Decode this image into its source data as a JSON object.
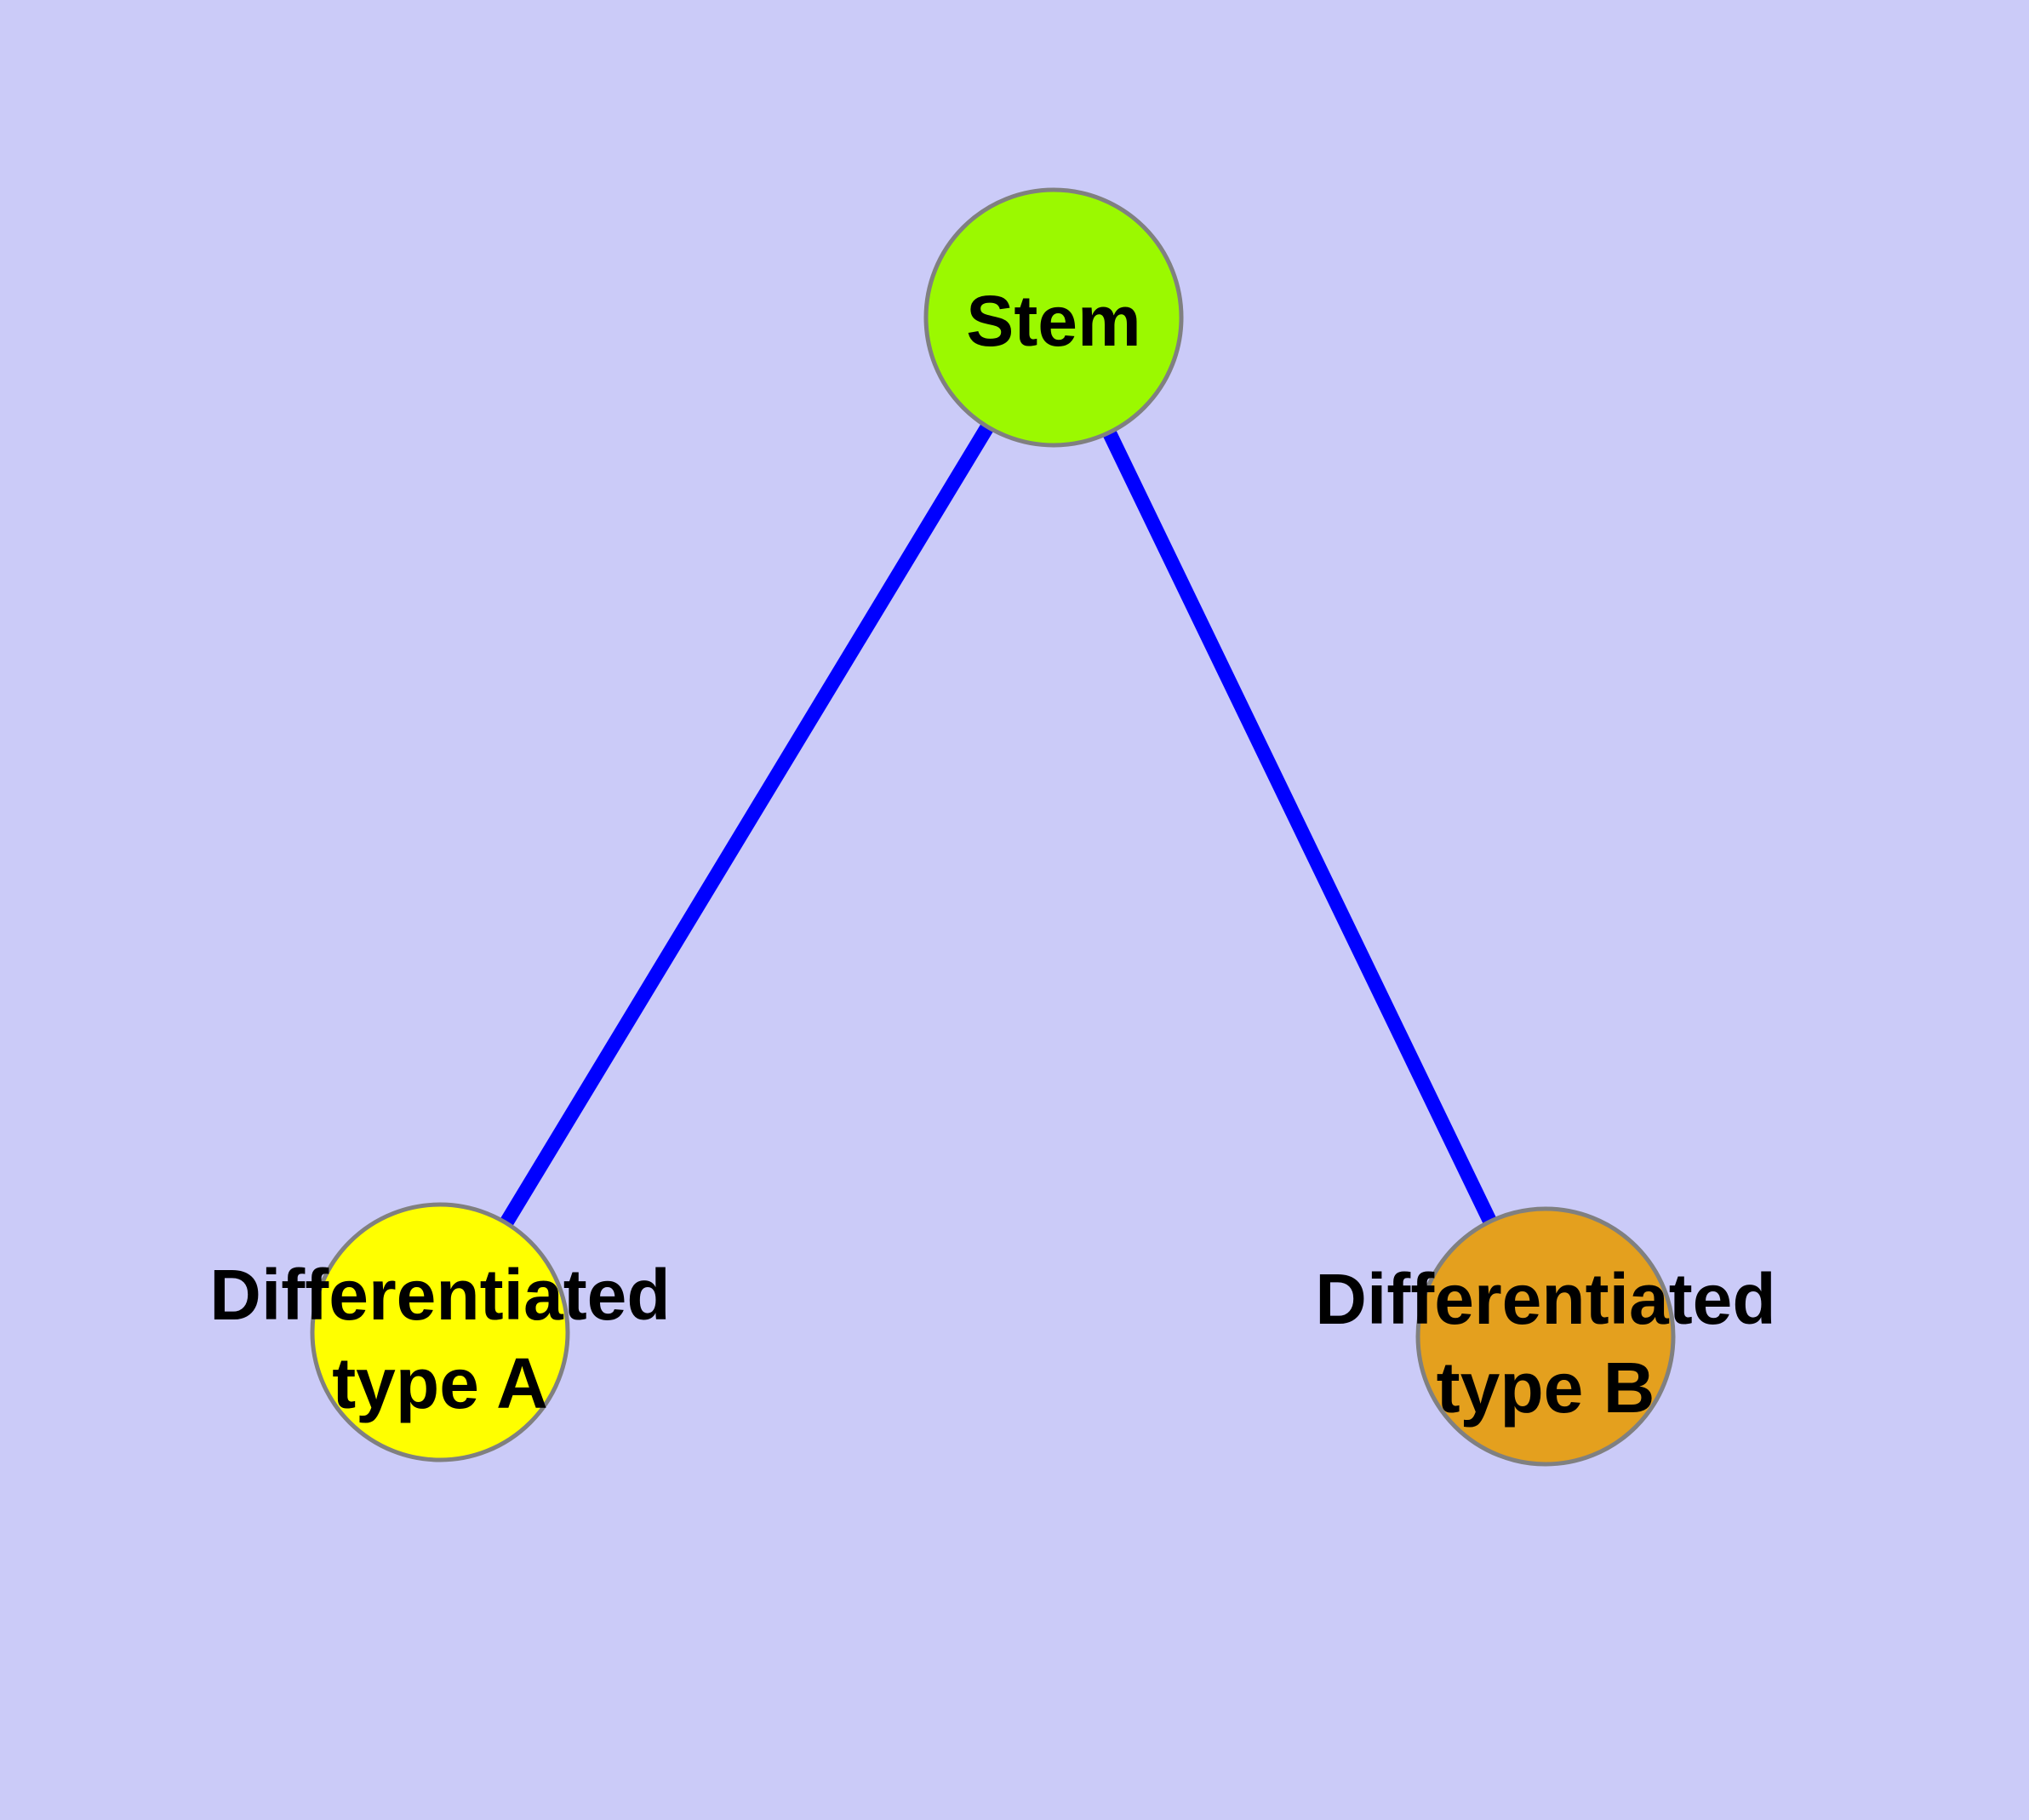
{
  "canvas": {
    "background": "#CBCBF8",
    "width": "2384",
    "height": "2138"
  },
  "edges": {
    "color": "#0000FF",
    "width": "17",
    "items": [
      {
        "from": "stem",
        "to": "type_a"
      },
      {
        "from": "stem",
        "to": "type_b"
      }
    ]
  },
  "nodes": {
    "border_color": "#808080",
    "border_width": "5",
    "label_color": "#000000",
    "stem": {
      "label": "Stem",
      "color": "#9BF900"
    },
    "type_a": {
      "label_line1": "Differentiated",
      "label_line2": "type A",
      "color": "#FFFF00"
    },
    "type_b": {
      "label_line1": "Differentiated",
      "label_line2": "type B",
      "color": "#E4A01E"
    }
  }
}
